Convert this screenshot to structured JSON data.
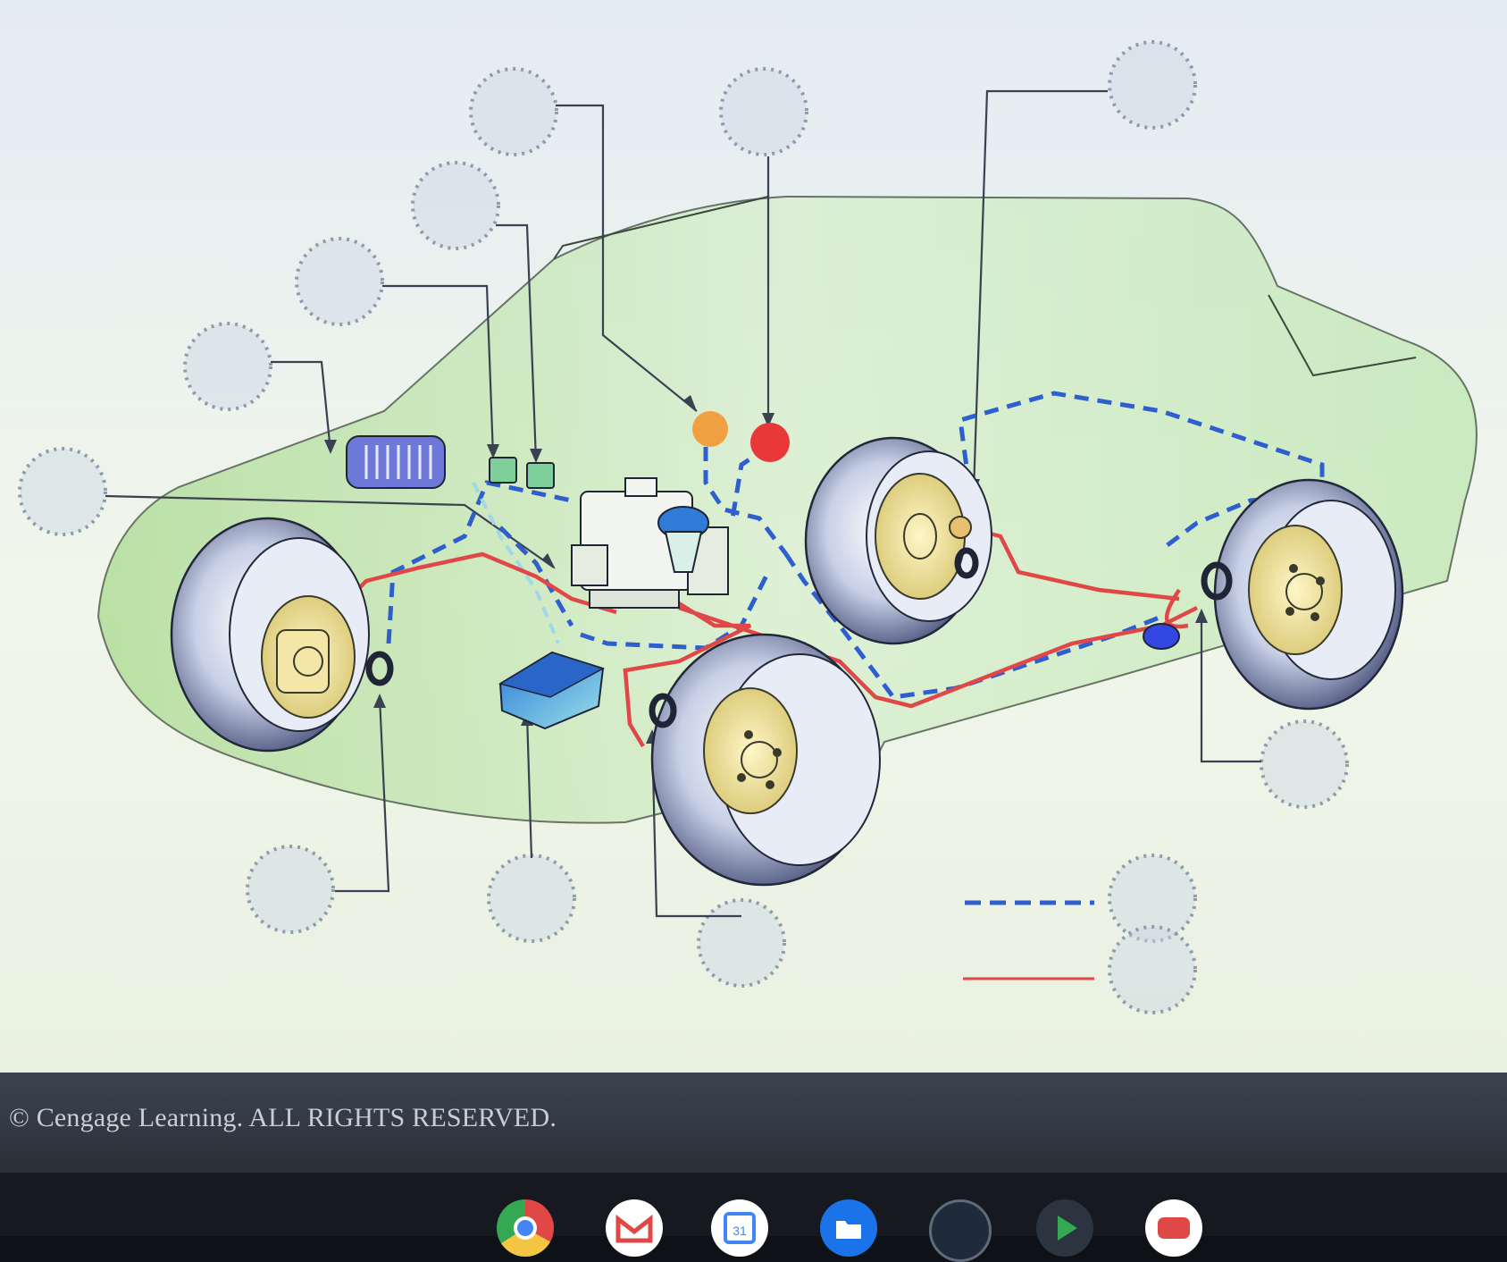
{
  "diagram": {
    "legend": [
      {
        "style": "dashed",
        "color": "#2f5fcf"
      },
      {
        "style": "solid",
        "color": "#e04848"
      }
    ],
    "colors": {
      "body": "#b9e2a9",
      "brake_line": "#e04848",
      "wiring": "#2f5fcf",
      "label_circle": "#c7d3e2"
    }
  },
  "footer": {
    "copyright": "© Cengage Learning. ALL RIGHTS RESERVED."
  },
  "shelf": {
    "icons": [
      "chrome-icon",
      "gmail-icon",
      "calendar-icon",
      "files-icon",
      "app-icon",
      "play-store-icon",
      "youtube-icon"
    ],
    "calendar_day": "31"
  }
}
